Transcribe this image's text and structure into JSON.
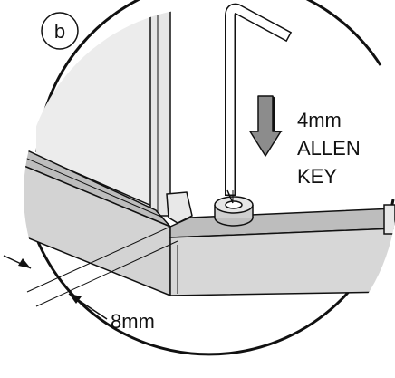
{
  "step_label": "b",
  "tool_label": {
    "line1": "4mm",
    "line2": "ALLEN",
    "line3": "KEY"
  },
  "dimension_label": "8mm",
  "colors": {
    "line": "#111111",
    "panel_fill": "#d9d9d9",
    "panel_front": "#c8c8c8",
    "panel_top": "#bdbdbd",
    "glass_fill": "#ebebeb",
    "background": "#ffffff"
  },
  "icons": {
    "arrow": "down-arrow-icon",
    "tool": "allen-key-icon"
  }
}
